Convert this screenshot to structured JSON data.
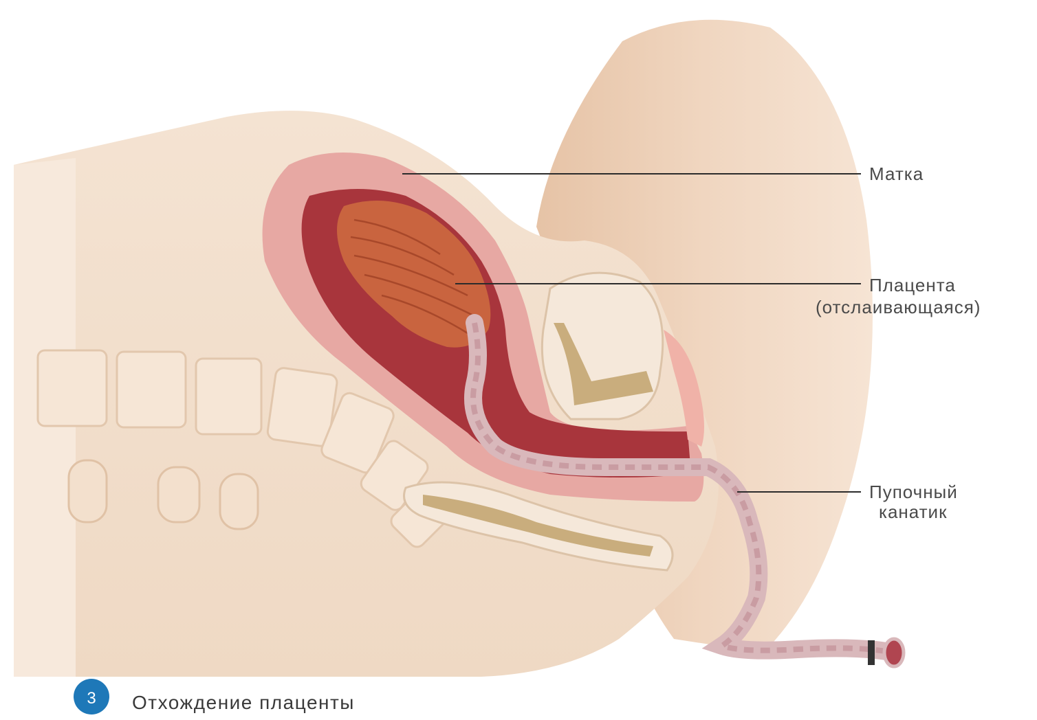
{
  "labels": {
    "uterus": "Матка",
    "placenta_line1": "Плацента",
    "placenta_line2": "(отслаивающаяся)",
    "cord_line1": "Пупочный",
    "cord_line2": "канатик"
  },
  "caption": {
    "step_number": "3",
    "text": "Отхождение плаценты"
  },
  "colors": {
    "skin": "#f1dcc8",
    "skin_shade": "#e9cdb4",
    "uterus_wall": "#e7a8a3",
    "uterus_inner": "#a8353c",
    "placenta": "#c9643f",
    "cord": "#d9b8bb",
    "badge": "#1e78b8"
  }
}
